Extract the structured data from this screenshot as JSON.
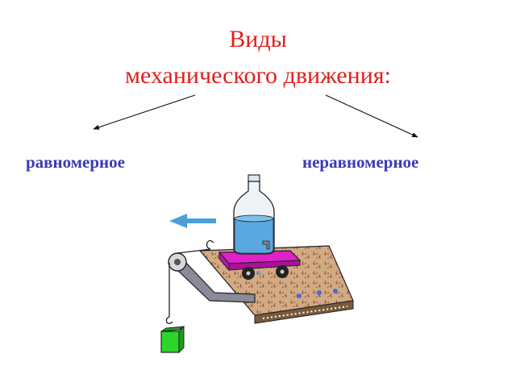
{
  "title": {
    "line1": "Виды",
    "line2": "механического движения:"
  },
  "types": {
    "uniform": "равномерное",
    "nonuniform": "неравномерное"
  },
  "colors": {
    "title": "#e0201e",
    "labels": "#3a3ab8",
    "cart": "#e020c8",
    "water": "#5aa8e0",
    "weight": "#2bd62b",
    "motion_arrow": "#4aa0d8",
    "board": "#c9a07a"
  },
  "icons": [
    "bottle-icon",
    "cart-icon",
    "pulley-icon",
    "weight-icon",
    "motion-arrow-icon"
  ]
}
